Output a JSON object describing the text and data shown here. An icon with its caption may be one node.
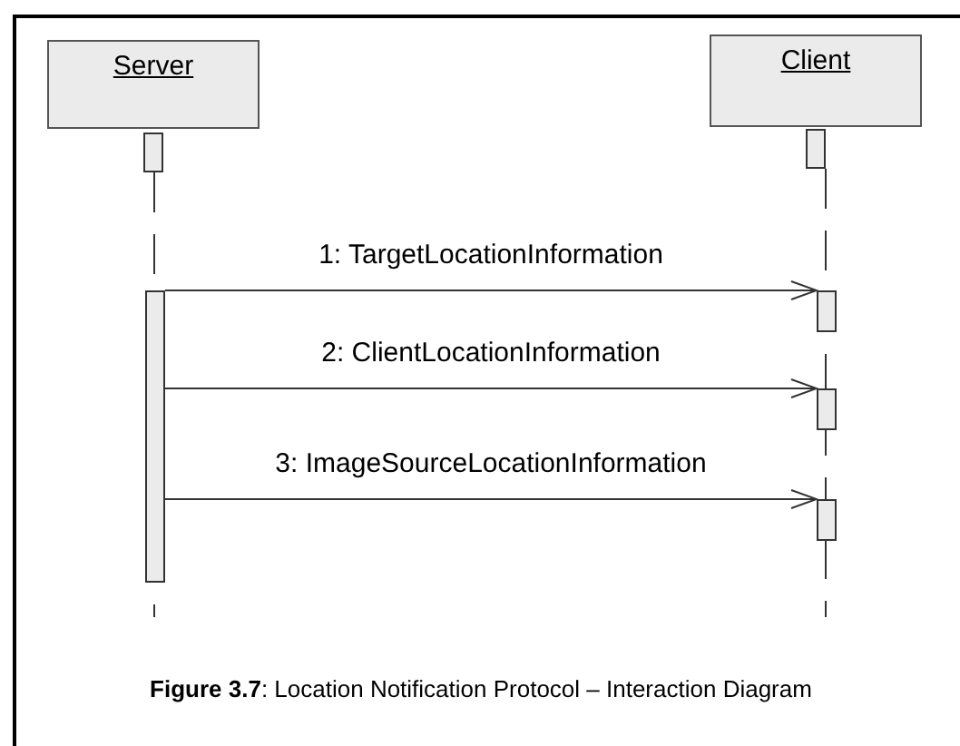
{
  "diagram": {
    "caption": "**Figure 3.7**: Location Notification Protocol – Interaction Diagram",
    "nodes": [
      {
        "text": [
          "Server"
        ]
      },
      {
        "text": [
          "Client"
        ]
      },
      {
        "text": [],
        "shape": "bar"
      },
      {
        "text": [],
        "shape": "bar"
      },
      {
        "text": [],
        "shape": "bar"
      },
      {
        "text": [],
        "shape": "bar"
      },
      {
        "text": [],
        "shape": "bar"
      },
      {
        "text": [],
        "shape": "bar"
      }
    ],
    "edges": [
      {
        "from": 4,
        "to": 5,
        "arrow": "to",
        "label": "1: TargetLocationInformation"
      },
      {
        "from": 4,
        "to": 6,
        "arrow": "to",
        "label": "2: ClientLocationInformation"
      },
      {
        "from": 4,
        "to": 7,
        "arrow": "to",
        "label": "3: ImageSourceLocationInformation"
      }
    ]
  }
}
